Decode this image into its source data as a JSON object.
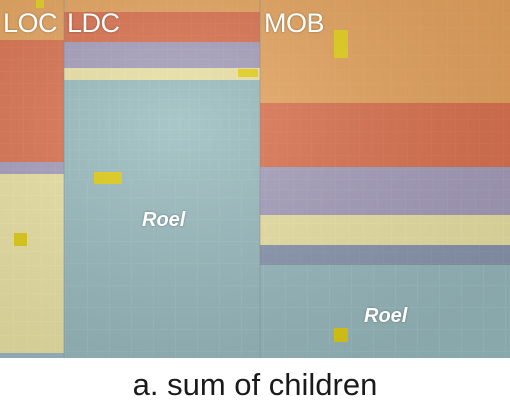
{
  "labels": {
    "loc": "LOC",
    "ldc": "LDC",
    "mob": "MOB",
    "roel_1": "Roel",
    "roel_2": "Roel"
  },
  "caption": "a. sum of children",
  "colors": {
    "orange": "#e4a060",
    "red": "#dc7450",
    "purple": "#a8a0bc",
    "yellow": "#ece2a4",
    "teal": "#98bcbe",
    "highlight": "#e6d21a",
    "slate": "#8c98b0"
  }
}
